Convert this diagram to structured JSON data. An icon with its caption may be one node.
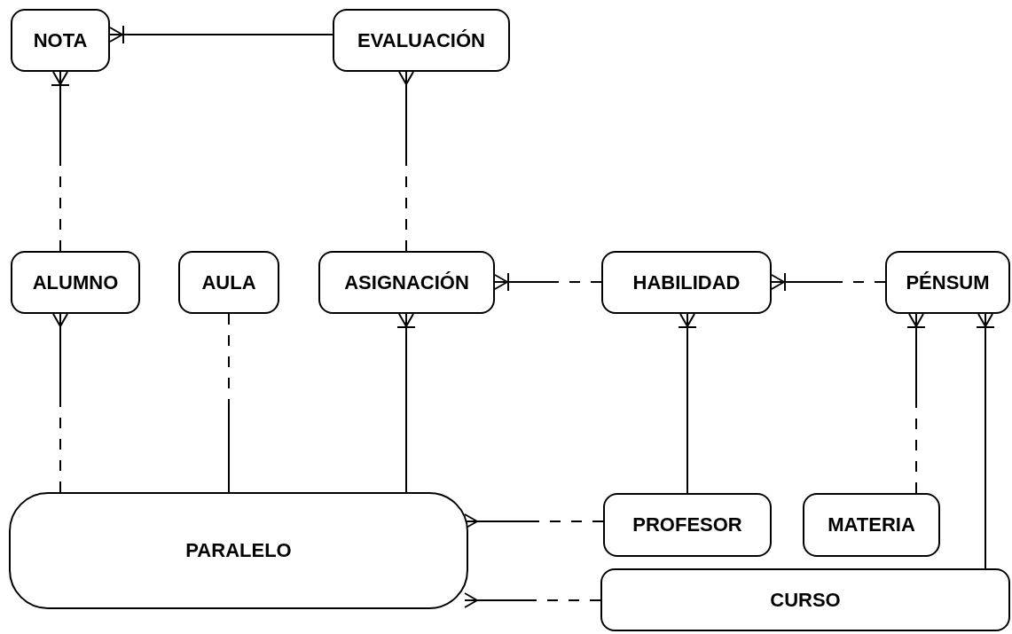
{
  "diagram": {
    "nodes": [
      {
        "text": [
          "NOTA"
        ]
      },
      {
        "text": [
          "EVALUACIÓN"
        ]
      },
      {
        "text": [
          "ALUMNO"
        ]
      },
      {
        "text": [
          "AULA"
        ]
      },
      {
        "text": [
          "ASIGNACIÓN"
        ]
      },
      {
        "text": [
          "HABILIDAD"
        ]
      },
      {
        "text": [
          "PÉNSUM"
        ]
      },
      {
        "text": [
          "PARALELO"
        ]
      },
      {
        "text": [
          "PROFESOR"
        ]
      },
      {
        "text": [
          "MATERIA"
        ]
      },
      {
        "text": [
          "CURSO"
        ]
      }
    ],
    "edges": [
      {
        "from": 1,
        "to": 0,
        "arrow": "other"
      },
      {
        "from": 2,
        "to": 0,
        "arrow": "other",
        "style": "dashed"
      },
      {
        "from": 4,
        "to": 1,
        "arrow": "other",
        "style": "dashed"
      },
      {
        "from": 7,
        "to": 2,
        "arrow": "other",
        "style": "dashed"
      },
      {
        "from": 3,
        "to": 7,
        "arrow": "none",
        "style": "dashed"
      },
      {
        "from": 7,
        "to": 4,
        "arrow": "other"
      },
      {
        "from": 5,
        "to": 4,
        "arrow": "other",
        "style": "dashed"
      },
      {
        "from": 6,
        "to": 5,
        "arrow": "other",
        "style": "dashed"
      },
      {
        "from": 8,
        "to": 5,
        "arrow": "other"
      },
      {
        "from": 9,
        "to": 6,
        "arrow": "other",
        "style": "dashed"
      },
      {
        "from": 10,
        "to": 6,
        "arrow": "other"
      },
      {
        "from": 8,
        "to": 7,
        "arrow": "other",
        "style": "dashed"
      },
      {
        "from": 10,
        "to": 7,
        "arrow": "other",
        "style": "dashed"
      }
    ]
  }
}
